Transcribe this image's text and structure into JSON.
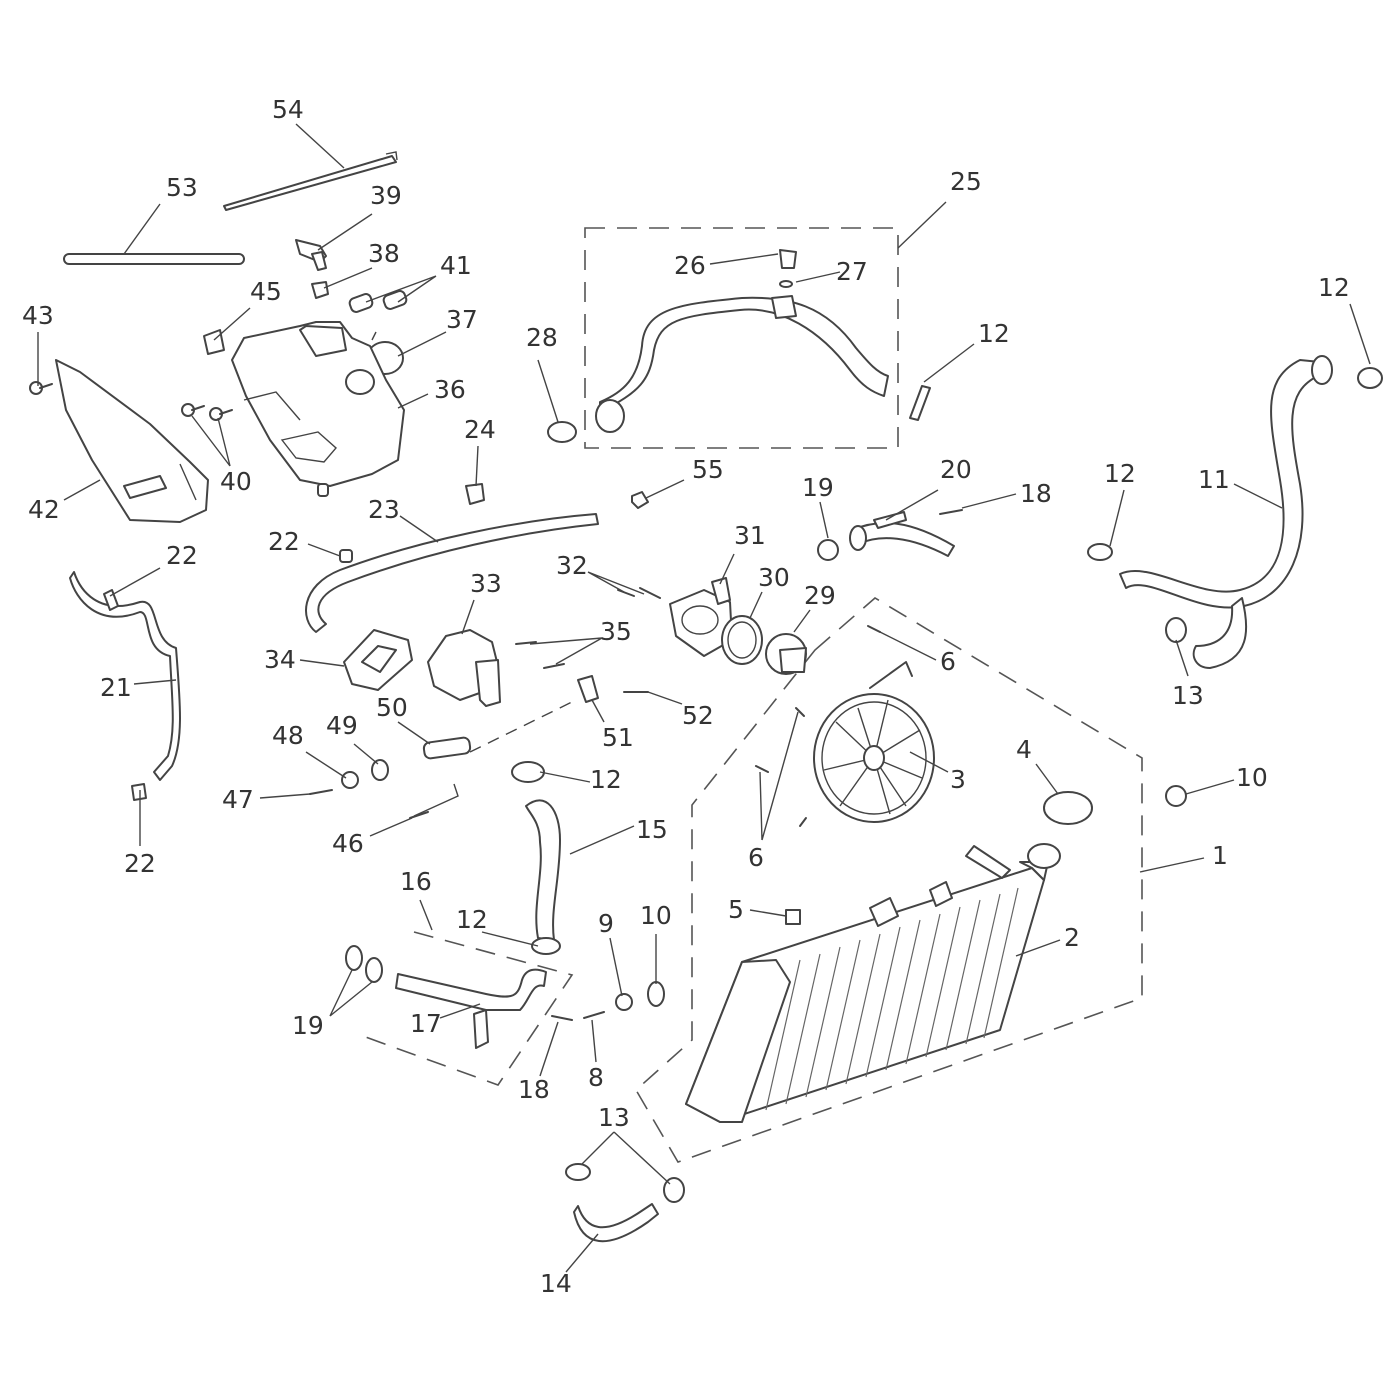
{
  "diagram": {
    "callouts": [
      {
        "id": "c1",
        "text": "1"
      },
      {
        "id": "c2",
        "text": "2"
      },
      {
        "id": "c3",
        "text": "3"
      },
      {
        "id": "c4",
        "text": "4"
      },
      {
        "id": "c5",
        "text": "5"
      },
      {
        "id": "c6a",
        "text": "6"
      },
      {
        "id": "c6b",
        "text": "6"
      },
      {
        "id": "c8",
        "text": "8"
      },
      {
        "id": "c9",
        "text": "9"
      },
      {
        "id": "c10a",
        "text": "10"
      },
      {
        "id": "c10b",
        "text": "10"
      },
      {
        "id": "c11",
        "text": "11"
      },
      {
        "id": "c12a",
        "text": "12"
      },
      {
        "id": "c12b",
        "text": "12"
      },
      {
        "id": "c12c",
        "text": "12"
      },
      {
        "id": "c12d",
        "text": "12"
      },
      {
        "id": "c12e",
        "text": "12"
      },
      {
        "id": "c13a",
        "text": "13"
      },
      {
        "id": "c13b",
        "text": "13"
      },
      {
        "id": "c14",
        "text": "14"
      },
      {
        "id": "c15",
        "text": "15"
      },
      {
        "id": "c16",
        "text": "16"
      },
      {
        "id": "c17",
        "text": "17"
      },
      {
        "id": "c18a",
        "text": "18"
      },
      {
        "id": "c18b",
        "text": "18"
      },
      {
        "id": "c19a",
        "text": "19"
      },
      {
        "id": "c19b",
        "text": "19"
      },
      {
        "id": "c20",
        "text": "20"
      },
      {
        "id": "c21",
        "text": "21"
      },
      {
        "id": "c22a",
        "text": "22"
      },
      {
        "id": "c22b",
        "text": "22"
      },
      {
        "id": "c22c",
        "text": "22"
      },
      {
        "id": "c23",
        "text": "23"
      },
      {
        "id": "c24",
        "text": "24"
      },
      {
        "id": "c25",
        "text": "25"
      },
      {
        "id": "c26",
        "text": "26"
      },
      {
        "id": "c27",
        "text": "27"
      },
      {
        "id": "c28",
        "text": "28"
      },
      {
        "id": "c29",
        "text": "29"
      },
      {
        "id": "c30",
        "text": "30"
      },
      {
        "id": "c31",
        "text": "31"
      },
      {
        "id": "c32",
        "text": "32"
      },
      {
        "id": "c33",
        "text": "33"
      },
      {
        "id": "c34",
        "text": "34"
      },
      {
        "id": "c35",
        "text": "35"
      },
      {
        "id": "c36",
        "text": "36"
      },
      {
        "id": "c37",
        "text": "37"
      },
      {
        "id": "c38",
        "text": "38"
      },
      {
        "id": "c39",
        "text": "39"
      },
      {
        "id": "c40",
        "text": "40"
      },
      {
        "id": "c41",
        "text": "41"
      },
      {
        "id": "c42",
        "text": "42"
      },
      {
        "id": "c43",
        "text": "43"
      },
      {
        "id": "c45",
        "text": "45"
      },
      {
        "id": "c46",
        "text": "46"
      },
      {
        "id": "c47",
        "text": "47"
      },
      {
        "id": "c48",
        "text": "48"
      },
      {
        "id": "c49",
        "text": "49"
      },
      {
        "id": "c50",
        "text": "50"
      },
      {
        "id": "c51",
        "text": "51"
      },
      {
        "id": "c52",
        "text": "52"
      },
      {
        "id": "c53",
        "text": "53"
      },
      {
        "id": "c54",
        "text": "54"
      },
      {
        "id": "c55",
        "text": "55"
      }
    ]
  }
}
